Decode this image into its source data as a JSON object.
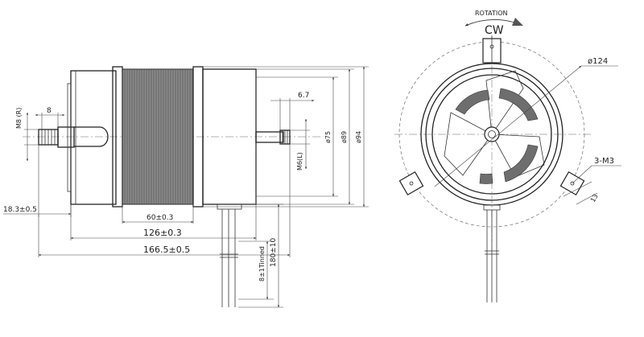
{
  "side_view": {
    "dims": {
      "m8": "M8 (R)",
      "d8": "8",
      "d18": "18.3±0.5",
      "d60": "60±0.3",
      "d126": "126±0.3",
      "d166": "166.5±0.5",
      "d67": "6.7",
      "m6": "M6(L)",
      "phi75": "ø75",
      "phi89": "ø89",
      "phi94": "ø94",
      "leads": "8±1Tinned",
      "d180": "180±10"
    }
  },
  "front_view": {
    "rotation_label": "ROTATION",
    "direction": "CW",
    "phi124": "ø124",
    "m3": "3-M3",
    "d13": "13"
  },
  "colors": {
    "line": "#222222",
    "stator_fill": "#8a8a8a",
    "slot_fill": "#6e6e6e"
  }
}
